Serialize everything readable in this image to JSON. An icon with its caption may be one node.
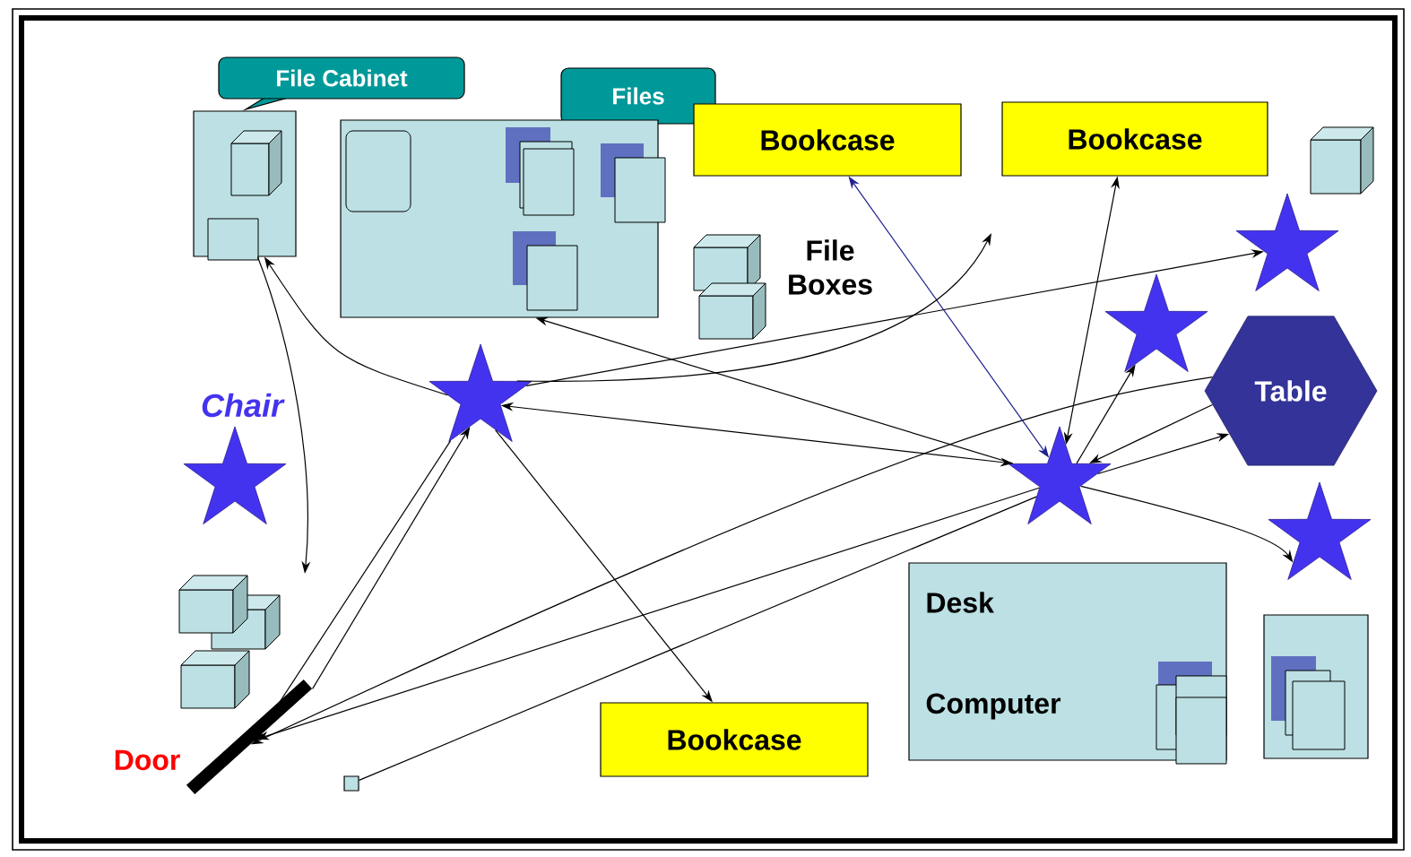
{
  "diagram": {
    "nodes": [
      {
        "text": [
          "File Cabinet"
        ]
      },
      {
        "text": [],
        "shape": "box"
      },
      {
        "text": [
          "Files"
        ]
      },
      {
        "text": [],
        "shape": "box"
      },
      {
        "text": [
          "Bookcase"
        ]
      },
      {
        "text": [
          "Bookcase"
        ]
      },
      {
        "text": [
          "Table"
        ]
      },
      {
        "text": [
          "Desk",
          "Computer"
        ]
      },
      {
        "text": [
          "Bookcase"
        ]
      },
      {
        "text": [],
        "shape": "star"
      },
      {
        "text": [],
        "shape": "star"
      },
      {
        "text": [],
        "shape": "star"
      },
      {
        "text": [],
        "shape": "star"
      },
      {
        "text": [],
        "shape": "star"
      },
      {
        "text": [],
        "shape": "star"
      },
      {
        "text": [],
        "shape": "bar",
        "beside": [
          "Door"
        ]
      },
      {
        "text": [],
        "shape": "box"
      }
    ],
    "edges": [
      {
        "from": 10,
        "to": 1,
        "arrow": "to"
      },
      {
        "from": 11,
        "to": 3,
        "arrow": "to"
      },
      {
        "from": 10,
        "to": 13,
        "arrow": "to"
      },
      {
        "from": 10,
        "to": 11,
        "arrow": "both"
      },
      {
        "from": 10,
        "to": 8,
        "arrow": "to"
      },
      {
        "from": 10,
        "to": 15,
        "arrow": "to"
      },
      {
        "from": 15,
        "to": 10,
        "arrow": "to"
      },
      {
        "from": 11,
        "to": 15,
        "arrow": "to"
      },
      {
        "from": 6,
        "to": 15,
        "arrow": "to"
      },
      {
        "from": 11,
        "to": 16,
        "arrow": "none"
      },
      {
        "from": 4,
        "to": 11,
        "arrow": "both",
        "color": "#1f1f8f"
      },
      {
        "from": 5,
        "to": 11,
        "arrow": "both"
      },
      {
        "from": 11,
        "to": 12,
        "arrow": "to"
      },
      {
        "from": 6,
        "to": 11,
        "arrow": "to"
      },
      {
        "from": 11,
        "to": 6,
        "arrow": "to"
      },
      {
        "from": 11,
        "to": 14,
        "arrow": "to"
      },
      {
        "from": 1,
        "to": null,
        "arrow": "to"
      },
      {
        "from": 10,
        "to": null,
        "arrow": "to"
      }
    ],
    "labels": [
      "Chair",
      "File Boxes"
    ]
  }
}
